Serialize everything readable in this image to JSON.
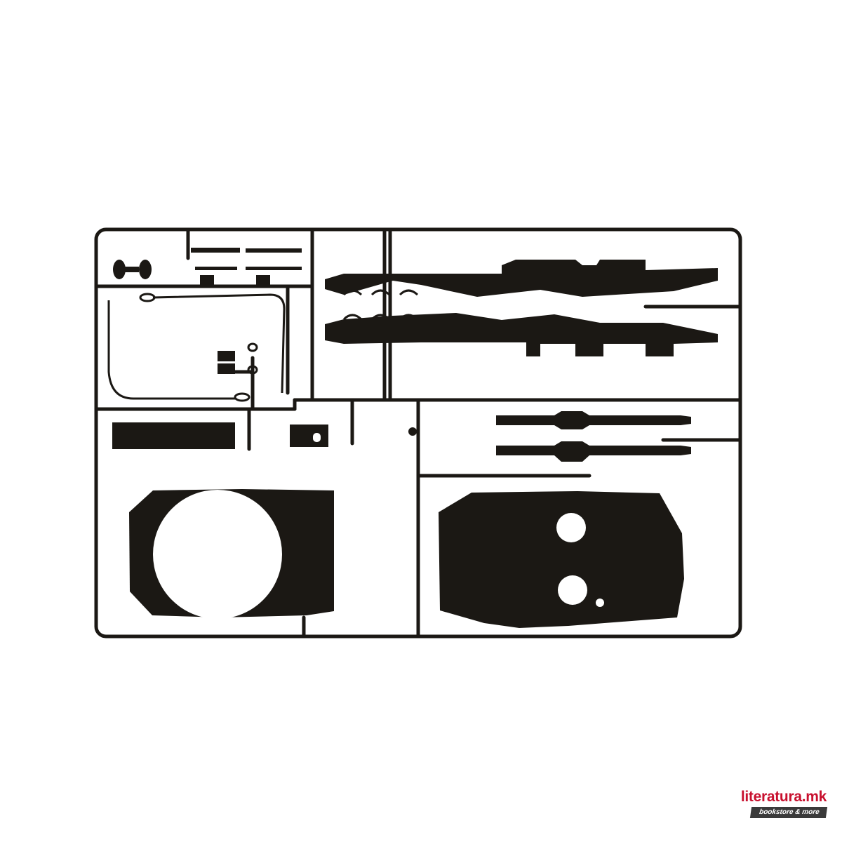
{
  "image": {
    "subject": "plastic model kit sprue (black)",
    "background_color": "#ffffff",
    "plastic_color": "#1a1612"
  },
  "watermark": {
    "title": "literatura.mk",
    "tagline": "bookstore & more",
    "title_color": "#c8102e",
    "tag_bg_color": "#3a3a3a"
  }
}
